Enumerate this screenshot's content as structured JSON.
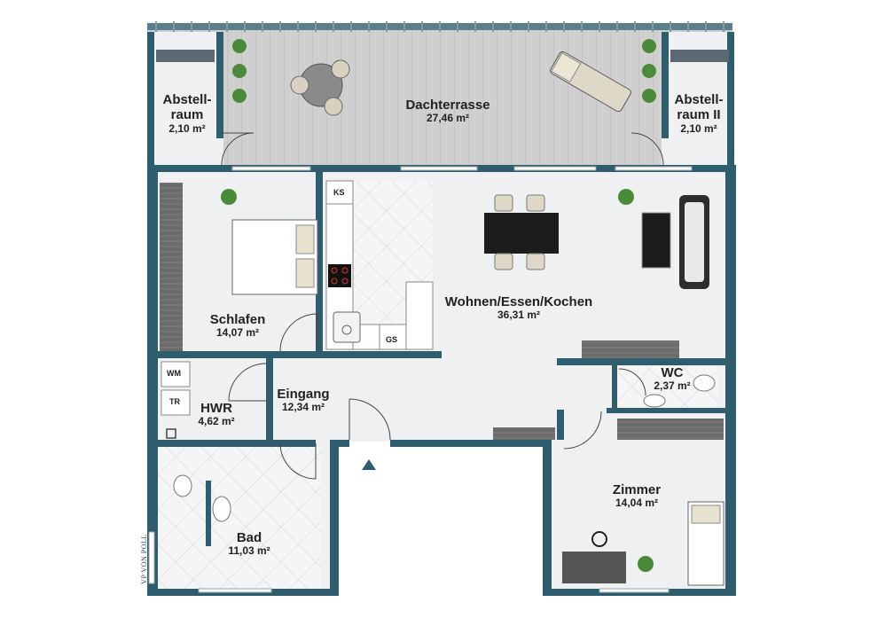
{
  "rooms": {
    "abstellraum": {
      "name_line1": "Abstell-",
      "name_line2": "raum",
      "area": "2,10 m²"
    },
    "dachterrasse": {
      "name": "Dachterrasse",
      "area": "27,46 m²"
    },
    "abstellraum2": {
      "name_line1": "Abstell-",
      "name_line2": "raum II",
      "area": "2,10 m²"
    },
    "schlafen": {
      "name": "Schlafen",
      "area": "14,07 m²"
    },
    "wohnen": {
      "name": "Wohnen/Essen/Kochen",
      "area": "36,31 m²"
    },
    "wc": {
      "name": "WC",
      "area": "2,37 m²"
    },
    "hwr": {
      "name": "HWR",
      "area": "4,62 m²"
    },
    "eingang": {
      "name": "Eingang",
      "area": "12,34 m²"
    },
    "zimmer": {
      "name": "Zimmer",
      "area": "14,04 m²"
    },
    "bad": {
      "name": "Bad",
      "area": "11,03 m²"
    }
  },
  "fixtures": {
    "ks": "KS",
    "gs": "GS",
    "wm": "WM",
    "tr": "TR"
  },
  "logo": {
    "text": "VP VON POLL"
  },
  "colors": {
    "wall": "#2f5d6e",
    "floor": "#eef0f2",
    "terrace": "#c8c8c8",
    "tile_line": "#c9cfd6"
  }
}
